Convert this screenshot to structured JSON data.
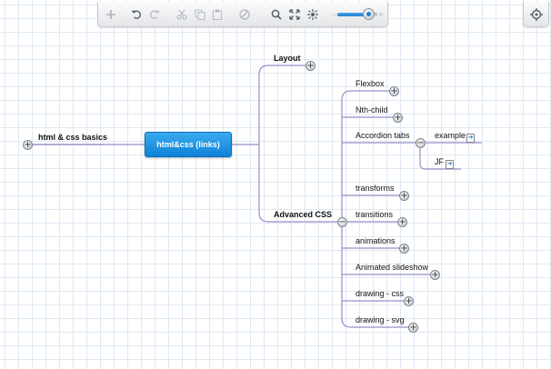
{
  "toolbar": {
    "add": "add-node",
    "undo": "undo",
    "redo": "redo",
    "cut": "cut",
    "copy": "copy",
    "paste": "paste",
    "delete": "delete",
    "search": "search",
    "fit": "fit-to-screen",
    "center": "center-map",
    "zoom_minus": "−",
    "zoom_plus": "+",
    "zoom_level": 0.78
  },
  "map": {
    "central": "html&css (links)",
    "left": {
      "label": "html & css basics",
      "toggle": "+"
    },
    "layout": {
      "label": "Layout",
      "toggle": "+"
    },
    "advanced": {
      "label": "Advanced CSS",
      "toggle": "−"
    },
    "children": [
      {
        "label": "Flexbox",
        "toggle": "+"
      },
      {
        "label": "Nth-child",
        "toggle": "+"
      },
      {
        "label": "Accordion tabs",
        "toggle": "−"
      },
      {
        "label": "transforms",
        "toggle": "+"
      },
      {
        "label": "transitions",
        "toggle": "+"
      },
      {
        "label": "animations",
        "toggle": "+"
      },
      {
        "label": "Animated slideshow",
        "toggle": "+"
      },
      {
        "label": "drawing - css",
        "toggle": "+"
      },
      {
        "label": "drawing - svg",
        "toggle": "+"
      }
    ],
    "accordion_children": [
      {
        "label": "example"
      },
      {
        "label": "JF"
      }
    ]
  },
  "colors": {
    "accent": "#1f8ee0",
    "connector": "#9b8ec6",
    "grid": "#dfe9f3"
  }
}
